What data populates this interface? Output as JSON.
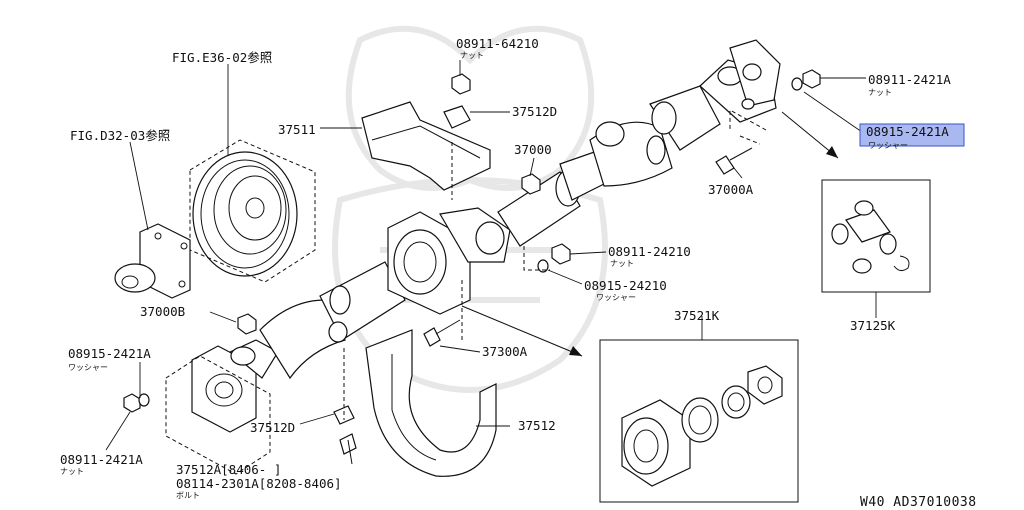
{
  "labels": {
    "fig_e36": "FIG.E36-02参照",
    "fig_d32": "FIG.D32-03参照",
    "p08911_64210": "08911-64210",
    "nut": "ナット",
    "washer": "ワッシャー",
    "bolt": "ボルト",
    "p37512D": "37512D",
    "p37511": "37511",
    "p37000": "37000",
    "p37000A": "37000A",
    "p37000B": "37000B",
    "p08911_2421A": "08911-2421A",
    "p08915_2421A": "08915-2421A",
    "p08911_24210": "08911-24210",
    "p08915_24210": "08915-24210",
    "p37300A": "37300A",
    "p37512": "37512",
    "p37512A_range": "37512A[8406-      ]",
    "p08114_range": "08114-2301A[8208-8406]",
    "p37521K": "37521K",
    "p37125K": "37125K"
  },
  "highlight": {
    "selected_part": "08915-2421A",
    "color": "#a9b8f0"
  },
  "footer": {
    "code": "W40  AD37010038"
  }
}
